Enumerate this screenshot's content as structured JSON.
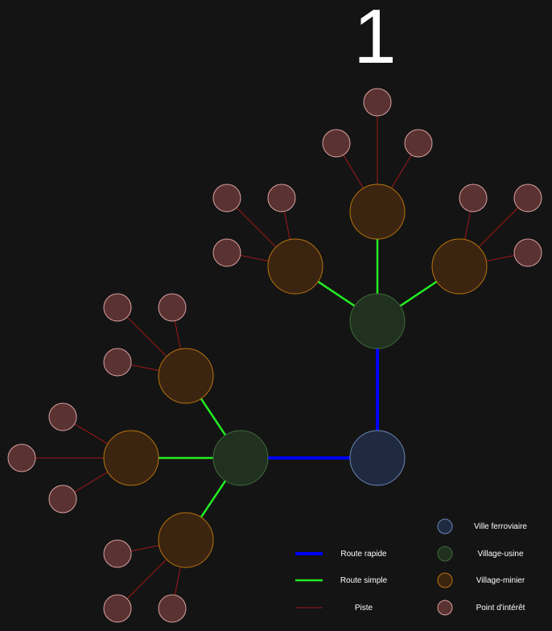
{
  "title": "1",
  "colors": {
    "background": "#141414",
    "route_rapide": "#0000ff",
    "route_simple": "#22ee22",
    "piste": "#a01818",
    "ville_ferroviaire_fill": "#1f2a40",
    "ville_ferroviaire_stroke": "#6a86b8",
    "village_usine_fill": "#20321f",
    "village_usine_stroke": "#3f6a3a",
    "village_minier_fill": "#3c2510",
    "village_minier_stroke": "#b8740e",
    "point_interet_fill": "#5a3232",
    "point_interet_stroke": "#d9a0a0"
  },
  "legend": {
    "edges": [
      {
        "key": "route_rapide",
        "label": "Route rapide"
      },
      {
        "key": "route_simple",
        "label": "Route simple"
      },
      {
        "key": "piste",
        "label": "Piste"
      }
    ],
    "nodes": [
      {
        "key": "ville_ferroviaire",
        "label": "Ville ferroviaire"
      },
      {
        "key": "village_usine",
        "label": "Village-usine"
      },
      {
        "key": "village_minier",
        "label": "Village-minier"
      },
      {
        "key": "point_interet",
        "label": "Point d'intérêt"
      }
    ]
  }
}
